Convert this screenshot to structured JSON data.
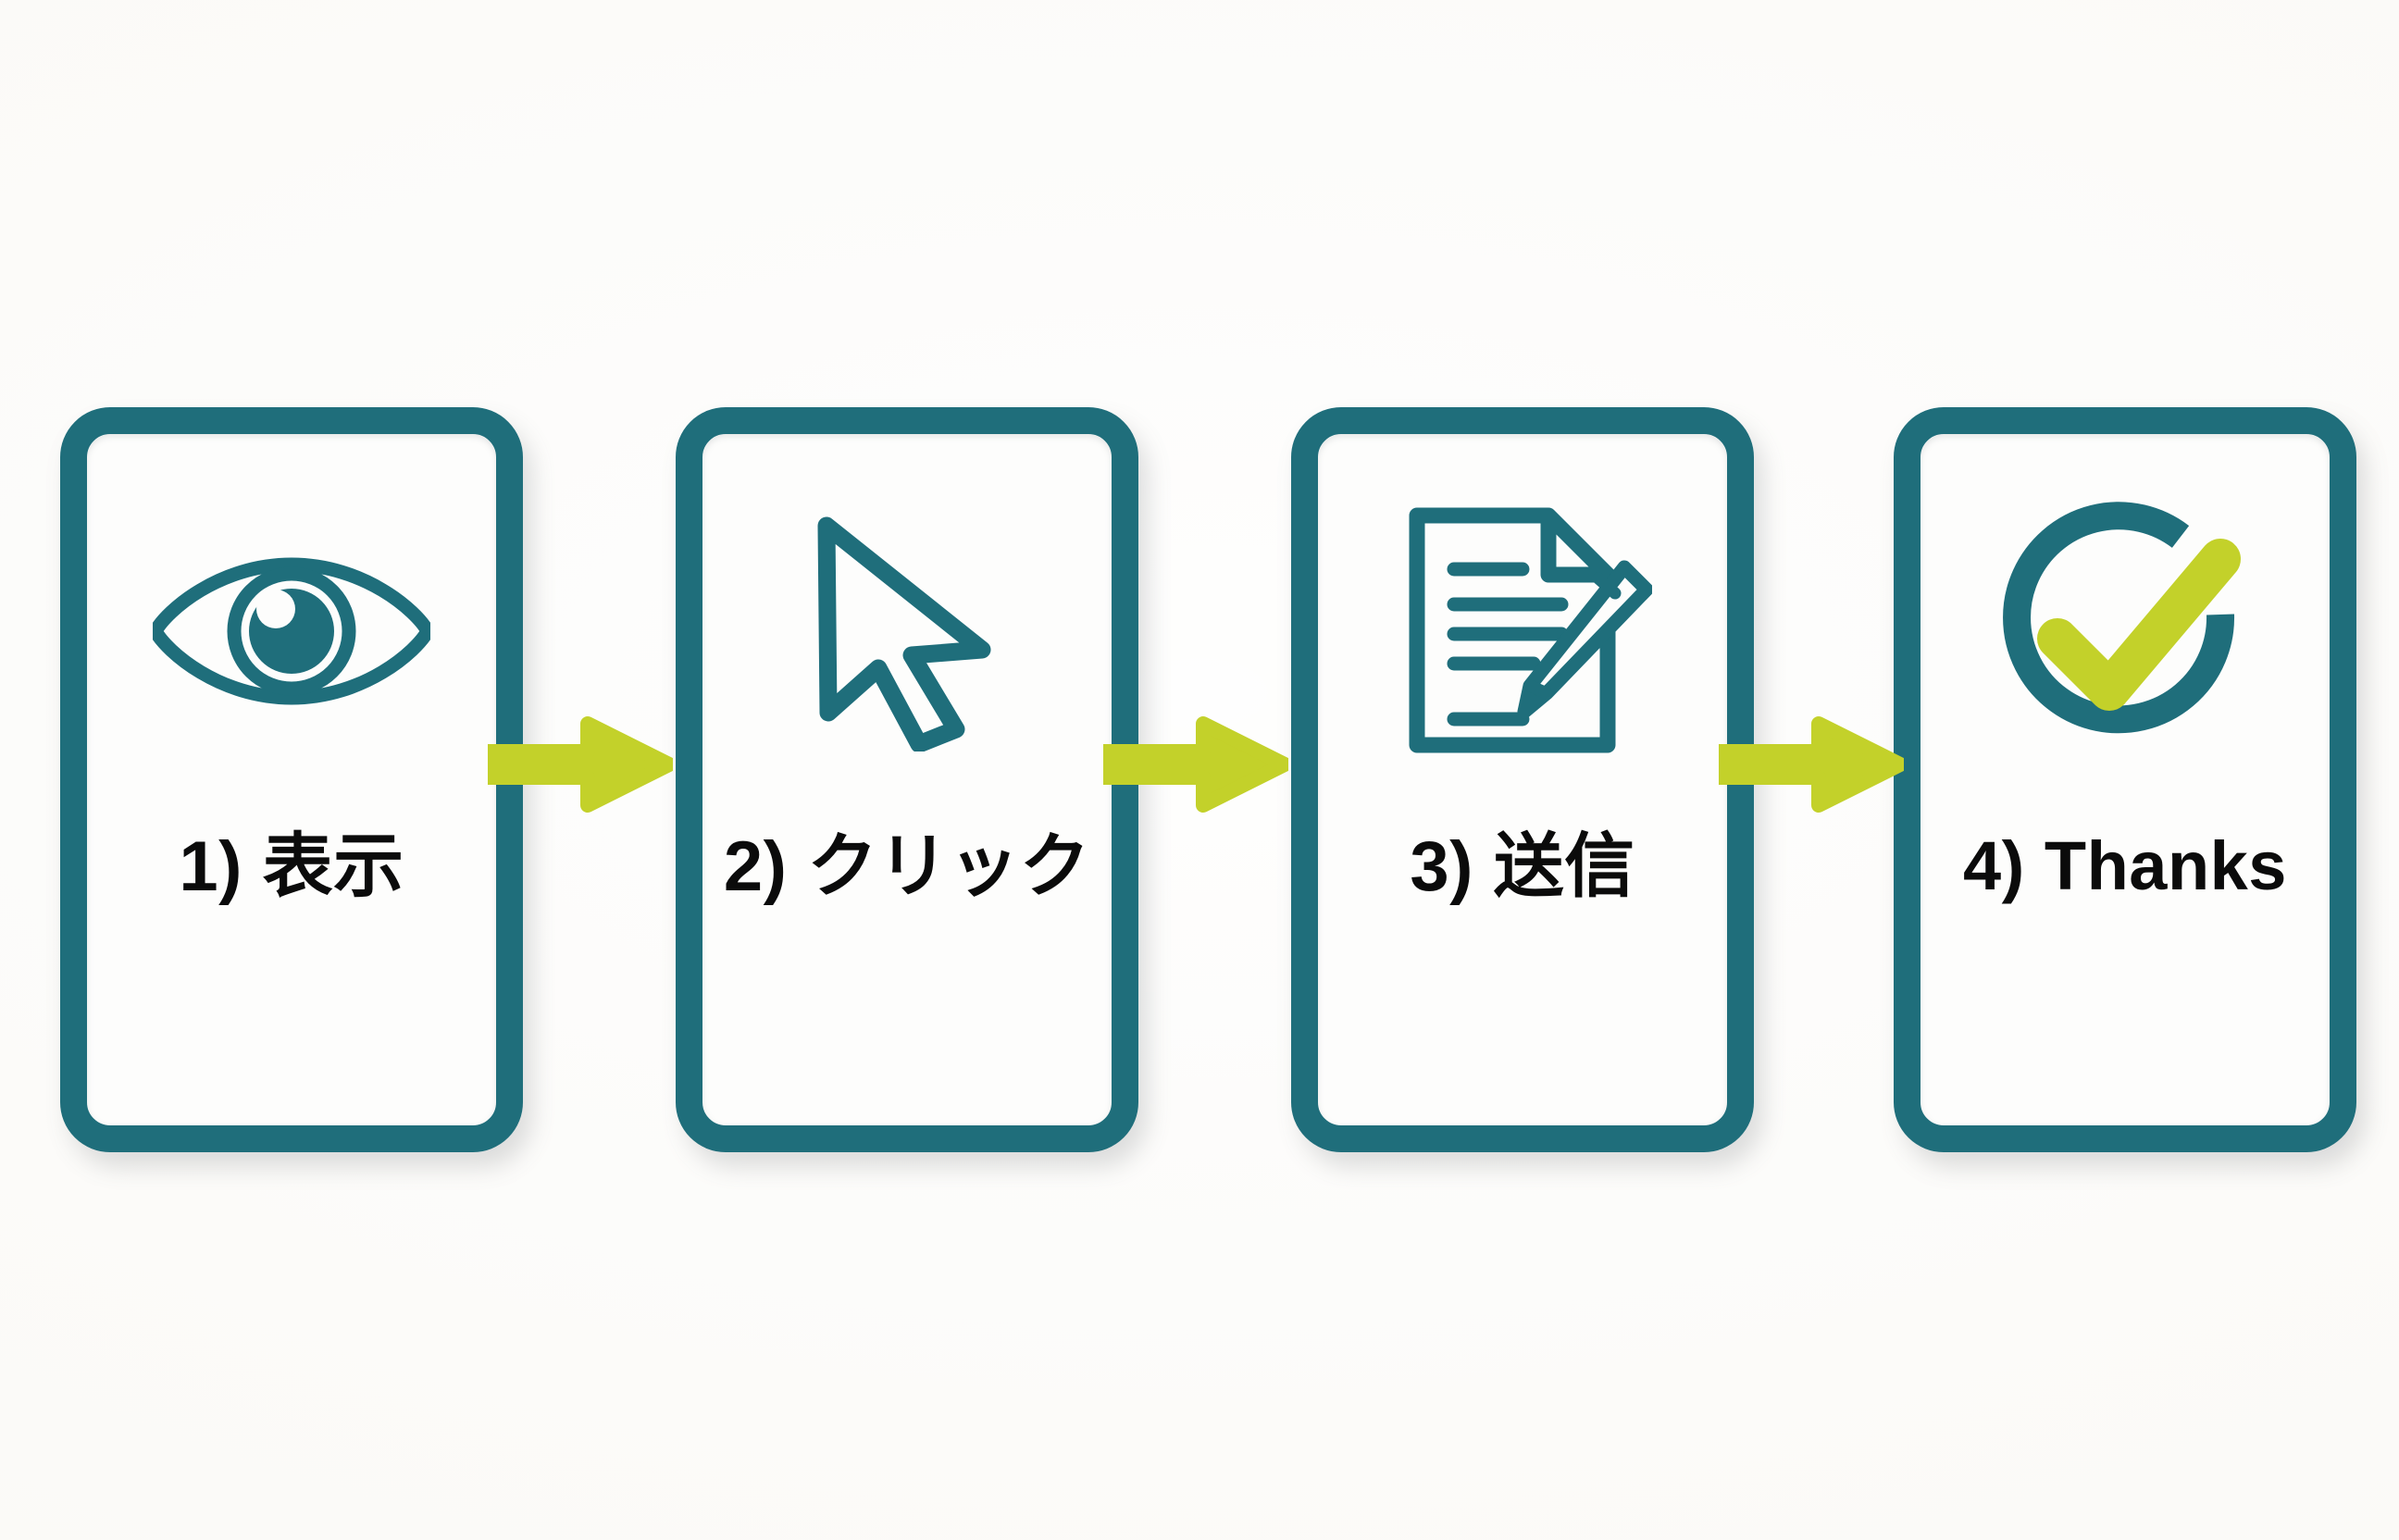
{
  "diagram": {
    "title": "4-step conversion flow",
    "orientation": "horizontal",
    "background_color": "#faf9f6",
    "accent_color": "#1f6e7b",
    "arrow_color": "#c3d12a",
    "label_color": "#0b0b0b"
  },
  "steps": [
    {
      "index": "1",
      "label": "1) 表示",
      "icon": "eye-icon",
      "icon_meaning": "impression / view",
      "icon_color": "#1f6e7b"
    },
    {
      "index": "2",
      "label": "2) クリック",
      "icon": "cursor-arrow-icon",
      "icon_meaning": "click",
      "icon_color": "#1f6e7b"
    },
    {
      "index": "3",
      "label": "3) 送信",
      "icon": "document-pencil-icon",
      "icon_meaning": "form submit",
      "icon_color": "#1f6e7b"
    },
    {
      "index": "4",
      "label": "4) Thanks",
      "icon": "check-circle-icon",
      "icon_meaning": "completion / thank you",
      "icon_color": "#1f6e7b",
      "icon_accent_color": "#c3d12a"
    }
  ],
  "connectors": [
    {
      "from": "1",
      "to": "2",
      "icon": "arrow-right-icon",
      "color": "#c3d12a"
    },
    {
      "from": "2",
      "to": "3",
      "icon": "arrow-right-icon",
      "color": "#c3d12a"
    },
    {
      "from": "3",
      "to": "4",
      "icon": "arrow-right-icon",
      "color": "#c3d12a"
    }
  ]
}
